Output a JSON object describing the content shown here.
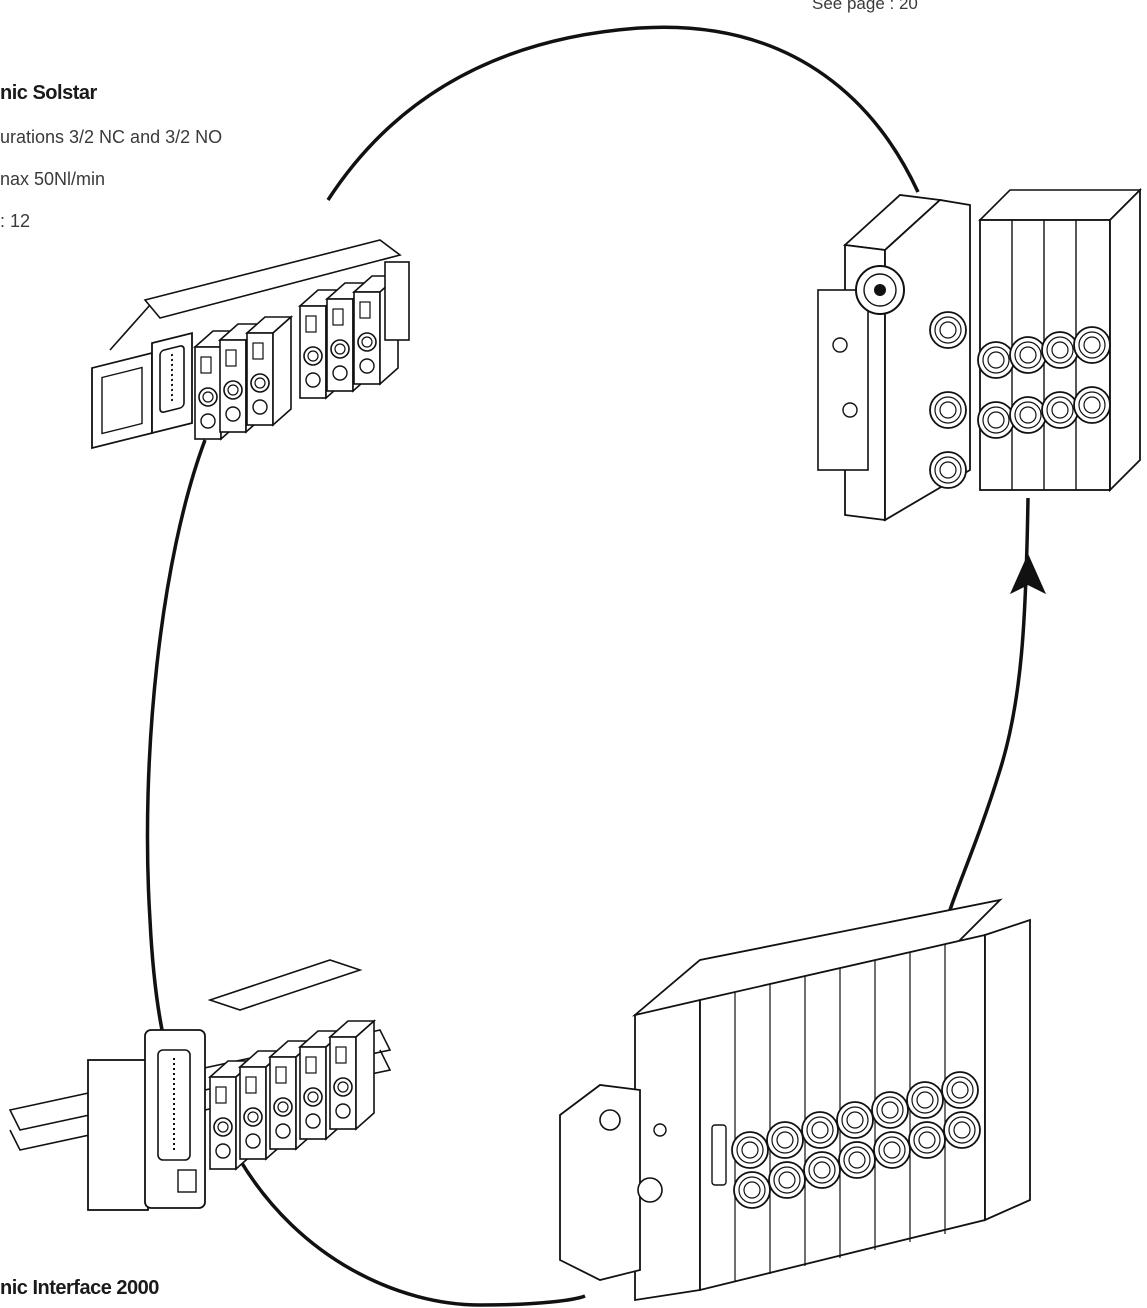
{
  "top_ref": "See page : 20",
  "solstar": {
    "title": "nic Solstar",
    "lines": [
      "urations 3/2 NC and 3/2 NO",
      "nax  50Nl/min",
      ": 12"
    ]
  },
  "interface2000": {
    "title": "nic Interface 2000"
  },
  "colors": {
    "line": "#111111",
    "text": "#1a1a1a"
  },
  "icons": [
    "arrow-up-icon",
    "connector-icon",
    "port-icon",
    "screw-icon"
  ]
}
